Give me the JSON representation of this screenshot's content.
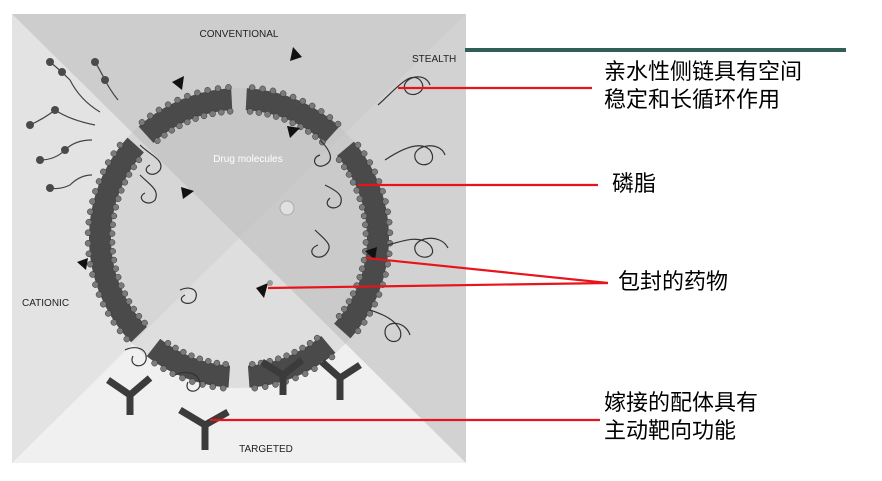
{
  "diagram": {
    "quadrant_labels": {
      "top": "CONVENTIONAL",
      "right": "STEALTH",
      "left": "CATIONIC",
      "bottom": "TARGETED"
    },
    "center_label": "Drug molecules"
  },
  "annotations": [
    {
      "id": "hydrophilic",
      "text": "亲水性侧链具有空间\n稳定和长循环作用"
    },
    {
      "id": "phospholipid",
      "text": "磷脂"
    },
    {
      "id": "encapsulated",
      "text": "包封的药物"
    },
    {
      "id": "ligand",
      "text": "嫁接的配体具有\n主动靶向功能"
    }
  ],
  "colors": {
    "accent_line": "#2f5f55",
    "pointer": "#e8141b",
    "membrane": "#4a4a4a",
    "head": "#7a7a7a"
  }
}
